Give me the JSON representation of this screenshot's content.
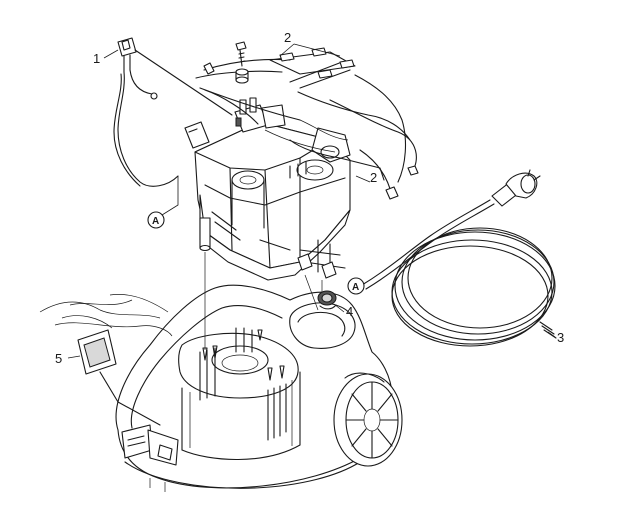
{
  "callouts": {
    "c1": "1",
    "c2a": "2",
    "c2b": "2",
    "c3": "3",
    "c4": "4",
    "c5": "5"
  },
  "connectors": {
    "a1": "A",
    "a2": "A"
  }
}
